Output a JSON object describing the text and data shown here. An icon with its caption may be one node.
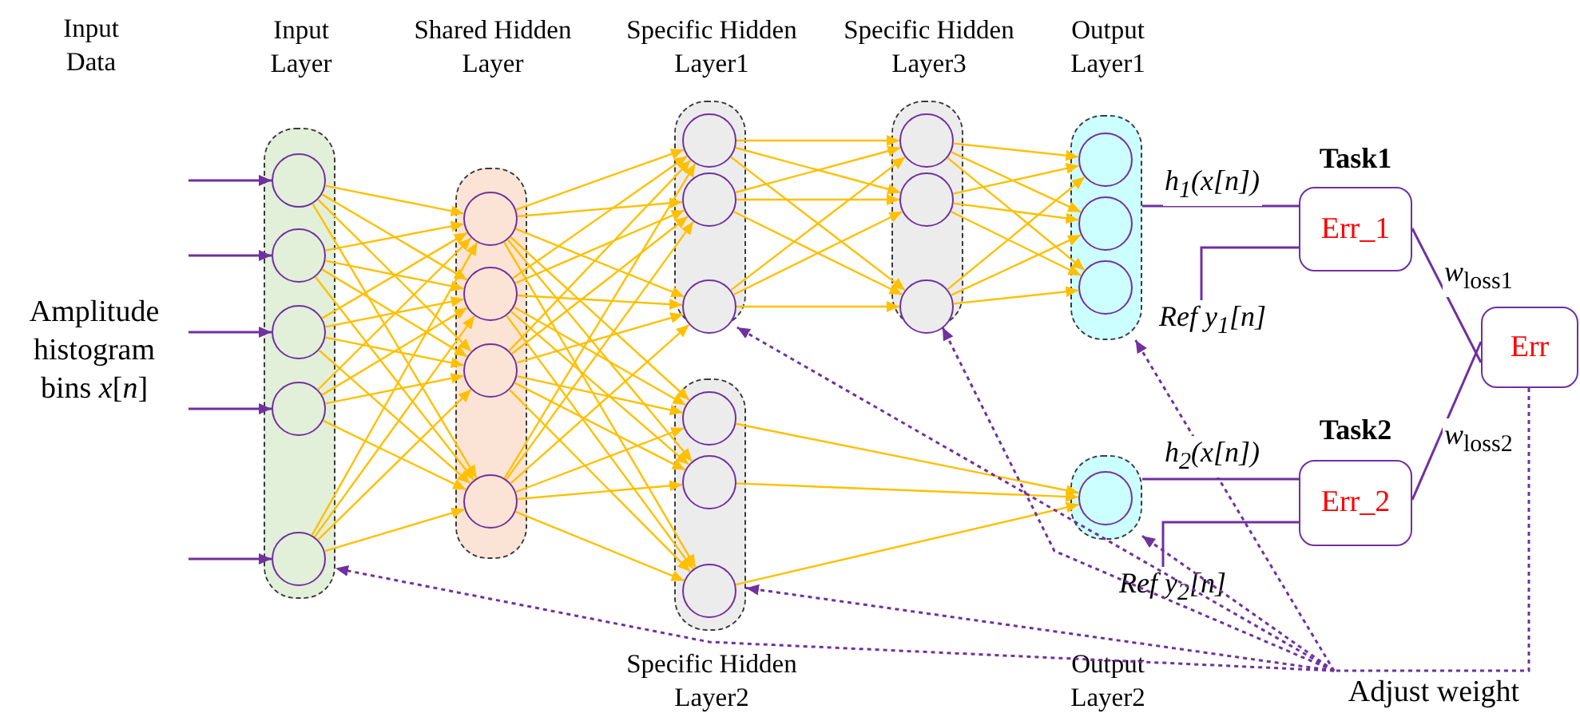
{
  "diagram": {
    "nodes": [
      {
        "text": [
          "Amplitude histogram bins *x*[*n*]"
        ]
      },
      {
        "text": [
          "Input Layer"
        ]
      },
      {
        "text": [],
        "shape": "circle",
        "in": 1
      },
      {
        "text": [],
        "shape": "circle",
        "in": 1
      },
      {
        "text": [],
        "shape": "circle",
        "in": 1
      },
      {
        "text": [],
        "shape": "circle",
        "in": 1
      },
      {
        "text": [],
        "shape": "circle",
        "in": 1
      },
      {
        "text": [
          "Shared Hidden Layer"
        ]
      },
      {
        "text": [],
        "shape": "circle",
        "in": 7
      },
      {
        "text": [],
        "shape": "circle",
        "in": 7
      },
      {
        "text": [],
        "shape": "circle",
        "in": 7
      },
      {
        "text": [],
        "shape": "circle",
        "in": 7
      },
      {
        "text": [
          "Specific Hidden Layer1"
        ]
      },
      {
        "text": [],
        "shape": "circle",
        "in": 12
      },
      {
        "text": [],
        "shape": "circle",
        "in": 12
      },
      {
        "text": [],
        "shape": "circle",
        "in": 12
      },
      {
        "text": [
          "Specific Hidden Layer2"
        ]
      },
      {
        "text": [],
        "shape": "circle",
        "in": 16
      },
      {
        "text": [],
        "shape": "circle",
        "in": 16
      },
      {
        "text": [],
        "shape": "circle",
        "in": 16
      },
      {
        "text": [
          "Specific Hidden Layer3"
        ]
      },
      {
        "text": [],
        "shape": "circle",
        "in": 20
      },
      {
        "text": [],
        "shape": "circle",
        "in": 20
      },
      {
        "text": [],
        "shape": "circle",
        "in": 20
      },
      {
        "text": [
          "Output Layer1"
        ]
      },
      {
        "text": [],
        "shape": "circle",
        "in": 24
      },
      {
        "text": [],
        "shape": "circle",
        "in": 24
      },
      {
        "text": [],
        "shape": "circle",
        "in": 24
      },
      {
        "text": [
          "Output Layer2"
        ]
      },
      {
        "text": [],
        "shape": "circle",
        "in": 28
      },
      {
        "text": [
          "Task1",
          "Err_1"
        ]
      },
      {
        "text": [
          "Task2",
          "Err_2"
        ]
      },
      {
        "text": [
          "Err"
        ]
      },
      {
        "text": [
          "Ref y$_{1}$[n]"
        ]
      },
      {
        "text": [
          "Ref y$_{2}$[n]"
        ]
      },
      {
        "text": [
          "Adjust weight"
        ]
      }
    ],
    "edges": [
      {
        "from": null,
        "to": 2,
        "arrow": "to",
        "color": "#7030a0"
      },
      {
        "from": null,
        "to": 3,
        "arrow": "to",
        "color": "#7030a0"
      },
      {
        "from": 0,
        "to": 4,
        "arrow": "to",
        "color": "#7030a0"
      },
      {
        "from": 0,
        "to": 5,
        "arrow": "to",
        "color": "#7030a0"
      },
      {
        "from": null,
        "to": 6,
        "arrow": "to",
        "color": "#7030a0"
      },
      {
        "from": 2,
        "to": 8,
        "arrow": "to"
      },
      {
        "from": 2,
        "to": 9,
        "arrow": "to"
      },
      {
        "from": 2,
        "to": 10,
        "arrow": "to"
      },
      {
        "from": 2,
        "to": 11,
        "arrow": "to"
      },
      {
        "from": 3,
        "to": 8,
        "arrow": "to"
      },
      {
        "from": 3,
        "to": 9,
        "arrow": "to"
      },
      {
        "from": 3,
        "to": 10,
        "arrow": "to"
      },
      {
        "from": 3,
        "to": 11,
        "arrow": "to"
      },
      {
        "from": 4,
        "to": 8,
        "arrow": "to"
      },
      {
        "from": 4,
        "to": 9,
        "arrow": "to"
      },
      {
        "from": 4,
        "to": 10,
        "arrow": "to"
      },
      {
        "from": 4,
        "to": 11,
        "arrow": "to"
      },
      {
        "from": 5,
        "to": 8,
        "arrow": "to"
      },
      {
        "from": 5,
        "to": 9,
        "arrow": "to"
      },
      {
        "from": 5,
        "to": 10,
        "arrow": "to"
      },
      {
        "from": 5,
        "to": 11,
        "arrow": "to"
      },
      {
        "from": 6,
        "to": 8,
        "arrow": "to"
      },
      {
        "from": 6,
        "to": 9,
        "arrow": "to"
      },
      {
        "from": 6,
        "to": 10,
        "arrow": "to"
      },
      {
        "from": 6,
        "to": 11,
        "arrow": "to"
      },
      {
        "from": 8,
        "to": 13,
        "arrow": "to"
      },
      {
        "from": 8,
        "to": 14,
        "arrow": "to"
      },
      {
        "from": 8,
        "to": 15,
        "arrow": "to"
      },
      {
        "from": 9,
        "to": 13,
        "arrow": "to"
      },
      {
        "from": 9,
        "to": 14,
        "arrow": "to"
      },
      {
        "from": 9,
        "to": 15,
        "arrow": "to"
      },
      {
        "from": 10,
        "to": 13,
        "arrow": "to"
      },
      {
        "from": 10,
        "to": 14,
        "arrow": "to"
      },
      {
        "from": 10,
        "to": 15,
        "arrow": "to"
      },
      {
        "from": 11,
        "to": 13,
        "arrow": "to"
      },
      {
        "from": 11,
        "to": 14,
        "arrow": "to"
      },
      {
        "from": 11,
        "to": 15,
        "arrow": "to"
      },
      {
        "from": 8,
        "to": 17,
        "arrow": "to"
      },
      {
        "from": 8,
        "to": 18,
        "arrow": "to"
      },
      {
        "from": 8,
        "to": 19,
        "arrow": "to"
      },
      {
        "from": 9,
        "to": 17,
        "arrow": "to"
      },
      {
        "from": 9,
        "to": 18,
        "arrow": "to"
      },
      {
        "from": 9,
        "to": 19,
        "arrow": "to"
      },
      {
        "from": 10,
        "to": 17,
        "arrow": "to"
      },
      {
        "from": 10,
        "to": 18,
        "arrow": "to"
      },
      {
        "from": 10,
        "to": 19,
        "arrow": "to"
      },
      {
        "from": 11,
        "to": 17,
        "arrow": "to"
      },
      {
        "from": 11,
        "to": 18,
        "arrow": "to"
      },
      {
        "from": 11,
        "to": 19,
        "arrow": "to"
      },
      {
        "from": 13,
        "to": 21,
        "arrow": "to"
      },
      {
        "from": 13,
        "to": 22,
        "arrow": "to"
      },
      {
        "from": 13,
        "to": 23,
        "arrow": "to"
      },
      {
        "from": 14,
        "to": 21,
        "arrow": "to"
      },
      {
        "from": 14,
        "to": 22,
        "arrow": "to"
      },
      {
        "from": 14,
        "to": 23,
        "arrow": "to"
      },
      {
        "from": 15,
        "to": 21,
        "arrow": "to"
      },
      {
        "from": 15,
        "to": 22,
        "arrow": "to"
      },
      {
        "from": 15,
        "to": 23,
        "arrow": "to"
      },
      {
        "from": 21,
        "to": 25,
        "arrow": "to"
      },
      {
        "from": 21,
        "to": 26,
        "arrow": "to"
      },
      {
        "from": 21,
        "to": 27,
        "arrow": "to"
      },
      {
        "from": 22,
        "to": 25,
        "arrow": "to"
      },
      {
        "from": 22,
        "to": 26,
        "arrow": "to"
      },
      {
        "from": 22,
        "to": 27,
        "arrow": "to"
      },
      {
        "from": 23,
        "to": 25,
        "arrow": "to"
      },
      {
        "from": 23,
        "to": 26,
        "arrow": "to"
      },
      {
        "from": 23,
        "to": 27,
        "arrow": "to"
      },
      {
        "from": 17,
        "to": 29,
        "arrow": "to"
      },
      {
        "from": 18,
        "to": 29,
        "arrow": "to"
      },
      {
        "from": 19,
        "to": 29,
        "arrow": "to"
      },
      {
        "from": 24,
        "to": 30,
        "arrow": "none",
        "label": "h$_{1}$(x[n])",
        "color": "#7030a0"
      },
      {
        "from": 33,
        "to": 30,
        "arrow": "none",
        "color": "#7030a0"
      },
      {
        "from": 28,
        "to": 31,
        "arrow": "none",
        "label": "h$_{2}$(x[n])",
        "color": "#7030a0"
      },
      {
        "from": 34,
        "to": 31,
        "arrow": "none",
        "color": "#7030a0"
      },
      {
        "from": 30,
        "to": 32,
        "arrow": "none",
        "label": "*w*$_{loss1}$",
        "color": "#7030a0"
      },
      {
        "from": 31,
        "to": 32,
        "arrow": "none",
        "label": "*w*$_{loss2}$",
        "color": "#7030a0"
      },
      {
        "from": 32,
        "to": 35,
        "arrow": "none",
        "style": "dashed",
        "color": "#7030a0"
      },
      {
        "from": 35,
        "to": 1,
        "arrow": "to",
        "style": "dashed",
        "color": "#7030a0"
      },
      {
        "from": 35,
        "to": 16,
        "arrow": "to",
        "style": "dashed",
        "color": "#7030a0"
      },
      {
        "from": 35,
        "to": 12,
        "arrow": "to",
        "style": "dashed",
        "color": "#7030a0"
      },
      {
        "from": 35,
        "to": 20,
        "arrow": "to",
        "style": "dashed",
        "color": "#7030a0"
      },
      {
        "from": 35,
        "to": 24,
        "arrow": "to",
        "style": "dashed",
        "color": "#7030a0"
      },
      {
        "from": 35,
        "to": 28,
        "arrow": "to",
        "style": "dashed",
        "color": "#7030a0"
      }
    ],
    "labels": [
      "Input Data"
    ]
  }
}
